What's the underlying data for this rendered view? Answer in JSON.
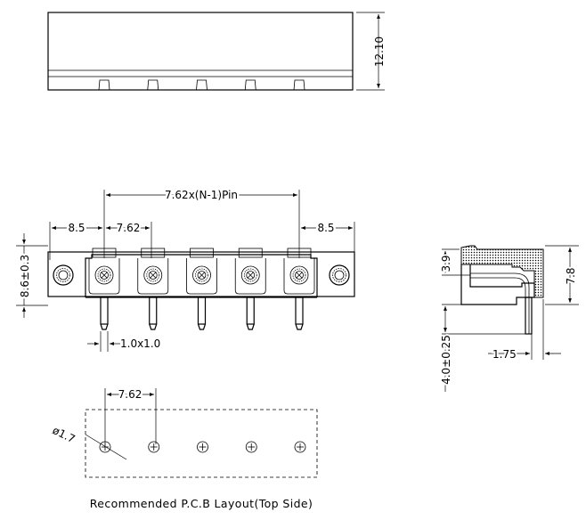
{
  "top_view": {
    "height_label": "12.10"
  },
  "front_view": {
    "pitch_total_label": "7.62x(N-1)Pin",
    "left_margin_label": "8.5",
    "pitch_label": "7.62",
    "right_margin_label": "8.5",
    "side_height_label": "8.6±0.3",
    "pin_size_label": "1.0x1.0",
    "pin_count": 5
  },
  "side_view": {
    "upper_label": "3.9",
    "total_height_label": "7.8",
    "pin_length_label": "4.0±0.25",
    "offset_label": "1.75"
  },
  "pcb_layout": {
    "pitch_label": "7.62",
    "hole_label": "ø1.7",
    "caption": "Recommended P.C.B Layout(Top Side)"
  }
}
